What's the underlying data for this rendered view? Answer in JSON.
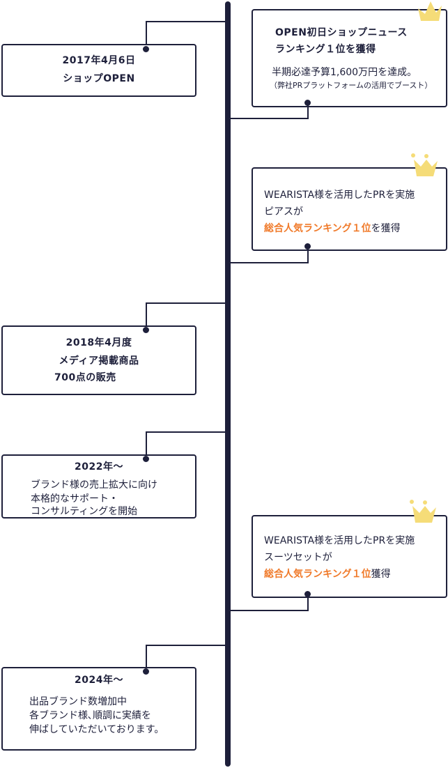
{
  "colors": {
    "line": "#1d1f3a",
    "highlight": "#f07a2a",
    "crown": "#f5dc78"
  },
  "events": [
    {
      "side": "left",
      "lines": [
        "2017年4月6日",
        "ショップOPEN"
      ]
    },
    {
      "side": "right",
      "title_lines": [
        "OPEN初日ショップニュース",
        "ランキング１位を獲得"
      ],
      "body": "半期必達予算1,600万円を達成。",
      "note": "（弊社PRプラットフォームの活用でブースト）",
      "icon": "crown-icon"
    },
    {
      "side": "right",
      "line1": "WEARISTA様を活用したPRを実施",
      "line2": "ピアスが",
      "highlight": "総合人気ランキング１位",
      "suffix": "を獲得",
      "icon": "crown-icon"
    },
    {
      "side": "left",
      "lines": [
        "2018年4月度",
        "メディア掲載商品",
        "700点の販売"
      ]
    },
    {
      "side": "left",
      "title": "2022年〜",
      "body_lines": [
        "ブランド様の売上拡大に向け",
        "本格的なサポート・",
        "コンサルティングを開始"
      ]
    },
    {
      "side": "right",
      "line1": "WEARISTA様を活用したPRを実施",
      "line2": "スーツセットが",
      "highlight": "総合人気ランキング１位",
      "suffix": "獲得",
      "icon": "crown-icon"
    },
    {
      "side": "left",
      "title": "2024年〜",
      "body_lines": [
        "出品ブランド数増加中",
        "各ブランド様､順調に実績を",
        "伸ばしていただいております。"
      ]
    }
  ]
}
